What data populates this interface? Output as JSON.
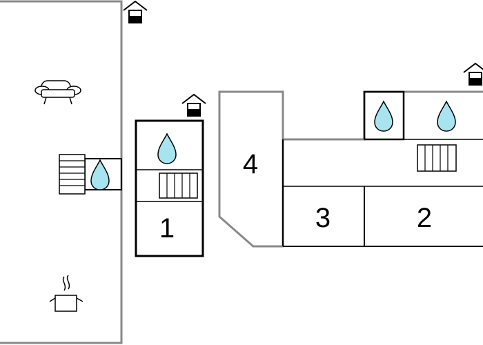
{
  "floorplan": {
    "rooms": [
      {
        "id": "room-1",
        "label": "1"
      },
      {
        "id": "room-2",
        "label": "2"
      },
      {
        "id": "room-3",
        "label": "3"
      },
      {
        "id": "room-4",
        "label": "4"
      }
    ],
    "icons": [
      "entrance-icon",
      "sofa-icon",
      "cooking-pot-icon",
      "water-drop-icon",
      "radiator-icon",
      "stairs-icon"
    ],
    "colors": {
      "wall_outer": "#888888",
      "wall_inner": "#000000",
      "water_fill": "#a8e4f0",
      "background": "#ffffff"
    }
  }
}
